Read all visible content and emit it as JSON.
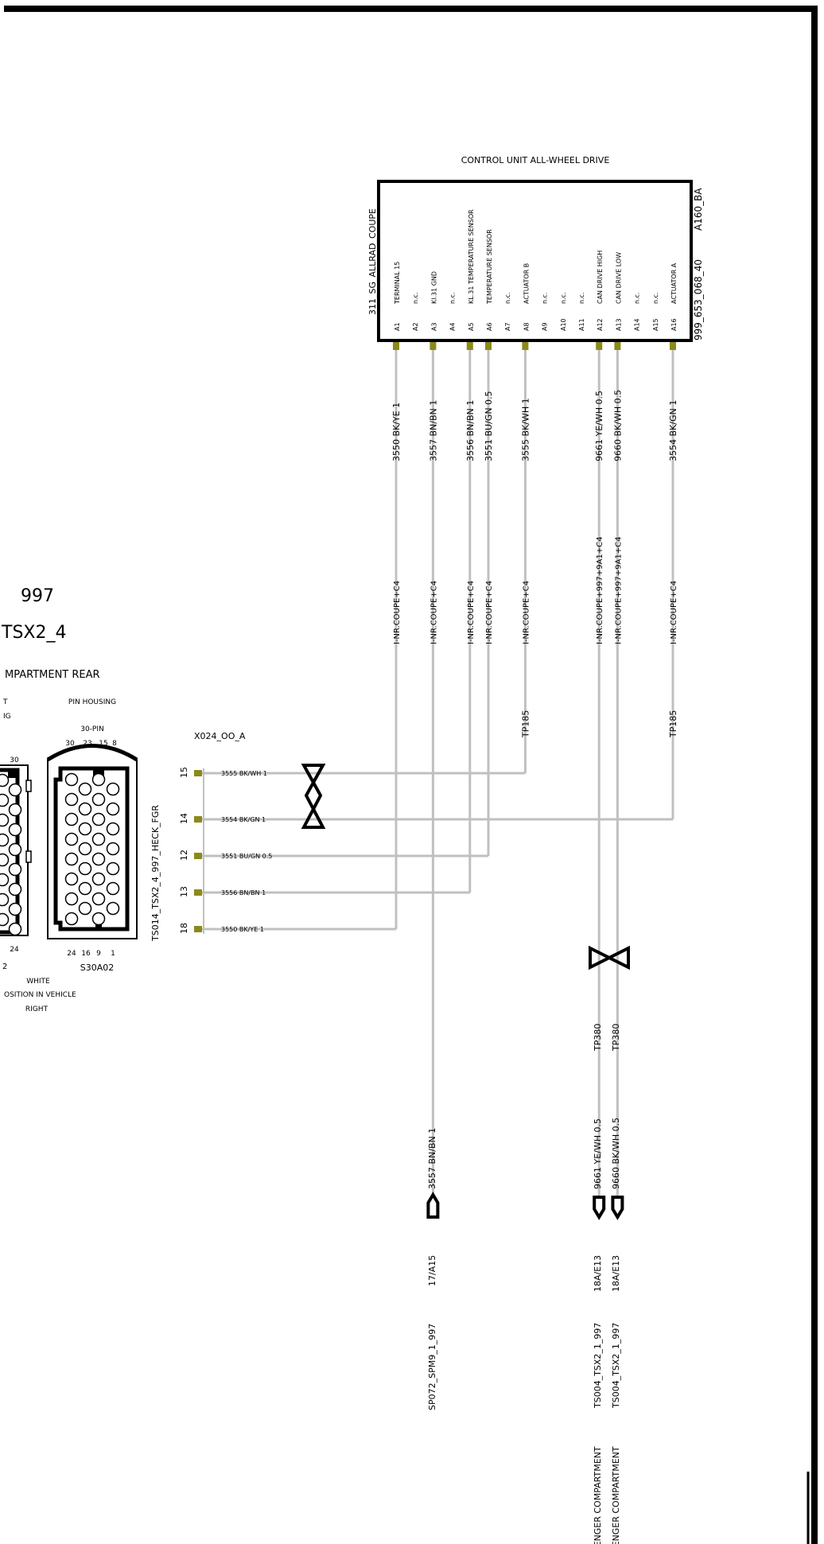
{
  "colors": {
    "wire": "#c0c0c0",
    "pin": "#8a8a1a",
    "line": "#000000"
  },
  "control_unit": {
    "title": "CONTROL UNIT ALL-WHEEL DRIVE",
    "name": "311_SG_ALLRAD_COUPE",
    "id": "A160_BA",
    "part": "999_653_068_40",
    "pins": [
      {
        "pin": "A1",
        "label": "TERMINAL 15"
      },
      {
        "pin": "A2",
        "label": "n.c."
      },
      {
        "pin": "A3",
        "label": "Kl.31 GND"
      },
      {
        "pin": "A4",
        "label": "n.c."
      },
      {
        "pin": "A5",
        "label": "KL.31 TEMPERATURE SENSOR"
      },
      {
        "pin": "A6",
        "label": "TEMPERATURE SENSOR"
      },
      {
        "pin": "A7",
        "label": "n.c."
      },
      {
        "pin": "A8",
        "label": "ACTUATOR B"
      },
      {
        "pin": "A9",
        "label": "n.c."
      },
      {
        "pin": "A10",
        "label": "n.c."
      },
      {
        "pin": "A11",
        "label": "n.c."
      },
      {
        "pin": "A12",
        "label": "CAN DRIVE HIGH"
      },
      {
        "pin": "A13",
        "label": "CAN DRIVE LOW"
      },
      {
        "pin": "A14",
        "label": "n.c."
      },
      {
        "pin": "A15",
        "label": "n.c."
      },
      {
        "pin": "A16",
        "label": "ACTUATOR A"
      }
    ]
  },
  "wires": [
    {
      "pin": "A1",
      "wire_label": "3550 BK/YE 1",
      "harness": "I-NR.COUPE+C4"
    },
    {
      "pin": "A3",
      "wire_label": "3557 BN/BN 1",
      "harness": "I-NR.COUPE+C4"
    },
    {
      "pin": "A5",
      "wire_label": "3556 BN/BN 1",
      "harness": "I-NR.COUPE+C4"
    },
    {
      "pin": "A6",
      "wire_label": "3551 BU/GN 0.5",
      "harness": "I-NR.COUPE+C4"
    },
    {
      "pin": "A8",
      "wire_label": "3555 BK/WH 1",
      "harness": "I-NR.COUPE+C4",
      "tp": "TP185"
    },
    {
      "pin": "A12",
      "wire_label": "9661 YE/WH 0.5",
      "harness": "I-NR.COUPE+997+9A1+C4"
    },
    {
      "pin": "A13",
      "wire_label": "9660 BK/WH 0.5",
      "harness": "I-NR.COUPE+997+9A1+C4"
    },
    {
      "pin": "A16",
      "wire_label": "3554 BK/GN 1",
      "harness": "I-NR.COUPE+C4",
      "tp": "TP185"
    }
  ],
  "left_connector": {
    "number": "997",
    "name": "TSX2_4",
    "location": "MPARTMENT REAR",
    "cut_labels": [
      "T",
      "IG"
    ],
    "left_pins": [
      "30",
      "24"
    ],
    "cut_bottom": "2",
    "housing_label": "PIN HOUSING",
    "pin_count": "30-PIN",
    "top_pins": [
      "30",
      "23",
      "15",
      "8"
    ],
    "bottom_pins": [
      "24",
      "16",
      "9",
      "1"
    ],
    "code": "S30A02",
    "color": "WHITE",
    "position_label": "OSITION IN VEHICLE",
    "position": "RIGHT",
    "ts_label": "TS014_TSX2_4_997_HECK_FGR",
    "x024": "X024_OO_A"
  },
  "x024_pins": [
    {
      "pin": "15",
      "wire": "3555 BK/WH 1"
    },
    {
      "pin": "14",
      "wire": "3554 BK/GN 1"
    },
    {
      "pin": "12",
      "wire": "3551 BU/GN 0.5"
    },
    {
      "pin": "13",
      "wire": "3556 BN/BN 1"
    },
    {
      "pin": "18",
      "wire": "3550 BK/YE 1"
    }
  ],
  "tp380": [
    "TP380",
    "TP380"
  ],
  "lower": {
    "wire_3557": "3557 BN/BN 1",
    "wire_9661": "9661 YE/WH 0.5",
    "wire_9660": "9660 BK/WH 0.5",
    "pin_17": "17/A15",
    "pin_18a": "18A/E13",
    "pin_18b": "18A/E13",
    "sp072": "SP072_SPM9_1_997",
    "ts004a": "TS004_TSX2_1_997",
    "ts004b": "TS004_TSX2_1_997",
    "dest_a": "DP, ASSENGER COMPARTMENT",
    "dest_b": "DP, ASSENGER COMPARTMENT"
  }
}
